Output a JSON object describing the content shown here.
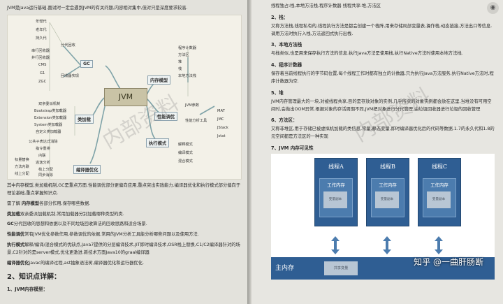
{
  "left": {
    "intro": "JVM是Java运行基础,面试时一定会遇到JVM的有关问题,内容相对集中,但对只是深度要求较高.",
    "mindmap": {
      "center": "JVM",
      "branches": {
        "gc": {
          "title": "GC",
          "items": [
            "年轻代",
            "老年代",
            "持久代",
            "串行回收器",
            "并行回收器",
            "CMS",
            "G1",
            "ZGC"
          ],
          "subs": [
            "分代回收",
            "回收器实现"
          ]
        },
        "memory": {
          "title": "内存模型",
          "items": [
            "程序计数器",
            "方法区",
            "堆",
            "栈",
            "本地方法栈"
          ]
        },
        "perf": {
          "title": "性能调优",
          "items": [
            "JVM参数",
            "性能分析工具"
          ],
          "tools": [
            "MAT",
            "JMC",
            "JStack",
            "Jstat"
          ]
        },
        "exec": {
          "title": "执行模式",
          "items": [
            "解释模式",
            "编译模式",
            "混合模式"
          ]
        },
        "classload": {
          "title": "类加载",
          "items": [
            "双亲委派机制",
            "Bootstrap类加载器",
            "Extension类加载器",
            "System类加载器",
            "自定义类加载器"
          ]
        },
        "compile": {
          "title": "编译器优化",
          "items": [
            "公共子表达式消除",
            "指令重排",
            "内联",
            "逃逸分析",
            "方法内联",
            "栈上分配",
            "同步消除",
            "线上分配",
            "标量替换"
          ]
        }
      }
    },
    "para1": "其中内存模型,类加载机制,GC是重点方面.性能调优部分更偏向应用,重点突出实践能力.编译器优化和执行模式部分偏向于理论基础,重点掌握知识点.",
    "para2_pre": "需了解 ",
    "para2_b": "内存模型",
    "para2_post": "各部分作用,保存哪些数据.",
    "para3_b": "类加载",
    "para3": "双亲委派加载机制,常用加载器分别加载哪种类型的类.",
    "para4_b": "GC",
    "para4": "分代回收的思想和依据以及不同垃圾回收算法的回收思路和适合场景.",
    "para5_b": "性能调优",
    "para5": "常有JVM优化参数作用,参数调优的依据,常用的JVM分析工具能分析哪些问题以及使用方法.",
    "para6_b": "执行模式",
    "para6": "解释/编译/混合模式的优缺点,Java7提供的分层编译技术,JIT即时编译技术,OSR栈上替换,C1/C2编译器针对的场景,C2针对的是server模式,优化更激进.新技术方面Java10的graal编译器",
    "para7_b": "编译器优化",
    "para7": "javac的编译过程,ast抽象语法树,编译器优化和运行器优化.",
    "heading2": "2、知识点详解：",
    "heading3": "1、JVM内存模型："
  },
  "right": {
    "top_line": "线程独占:栈,本地方法栈,程序计数器 线程共享:堆,方法区",
    "s2_title": "2、栈：",
    "s2_text": "又称方法栈,线程私有的,线程执行方法是都会创建一个栈阵,用来存储局部变量表,操作栈,动态链接,方法出口等信息.调用方法时执行入栈,方法返回式执行出栈.",
    "s3_title": "3、本地方法栈",
    "s3_text": "与栈类似,也是用来保存执行方法的信息.执行Java方法是使用栈,执行Native方法时使用本地方法栈.",
    "s4_title": "4、程序计数器",
    "s4_text": "保存着当前线程执行的字节码位置,每个线程工作时都有独立的计数器,只为执行Java方法服务,执行Native方法时,程序计数器为空.",
    "s5_title": "5、堆",
    "s5_text": "JVM内存管理最大的一块,对被线程共享,目的是存放对象的实例,几乎所欲的对象实例都会放在这里,当堆没有可用空间时,会抛出OOM异常.根据对象的存活周期不同,JVM把对象进行分代管理,由垃圾回收器进行垃圾的回收管理",
    "s6_title": "6、方法区：",
    "s6_text": "又称非堆区,用于存储已被虚拟机加载的类信息,常量,静态变量,即时编译器优化后的代码等数据.1.7的永久代和1.8的元空间都是方法区的一种实现",
    "s7_title": "7、JVM 内存可见性",
    "diagram": {
      "threads": [
        "线程A",
        "线程B",
        "线程C"
      ],
      "work_memory": "工作内存",
      "var_copy": "变量副本",
      "main_memory": "主内存",
      "shared_var": "共享变量"
    },
    "watermark_brand": "知乎 @一曲肝肠断",
    "photo_icon": "camera-icon"
  }
}
